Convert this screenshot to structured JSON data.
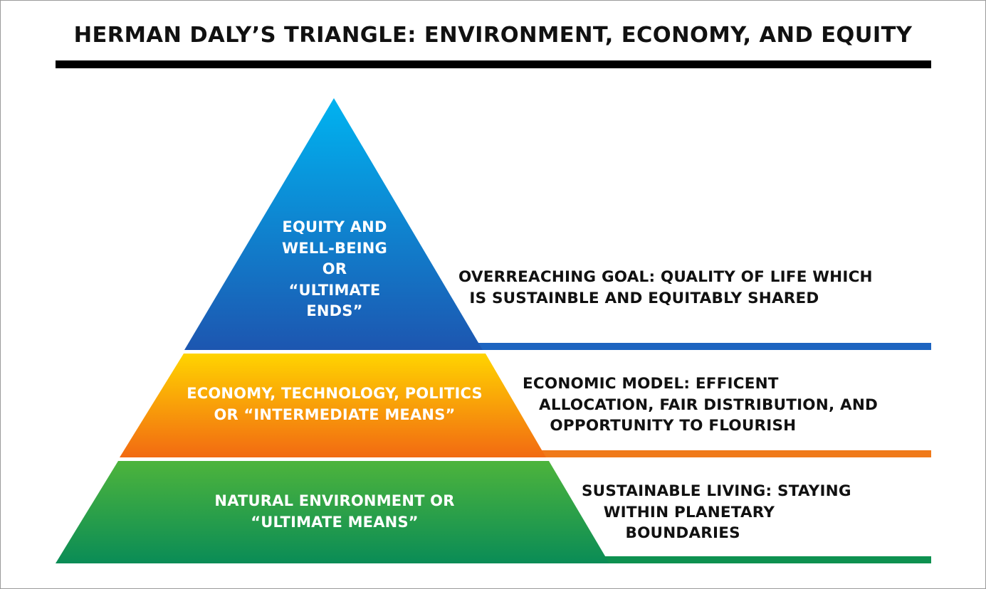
{
  "title": "HERMAN DALY’S TRIANGLE: ENVIRONMENT, ECONOMY, AND EQUITY",
  "tiers": [
    {
      "id": "top",
      "label": "EQUITY AND\nWELL-BEING\nOR\n“ULTIMATE\nENDS”",
      "description": "OVERREACHING GOAL: QUALITY OF LIFE WHICH\n  IS SUSTAINBLE AND EQUITABLY SHARED",
      "colors": {
        "top": "#00b3f0",
        "bottom": "#1d56b0",
        "line": "#1d64c0"
      }
    },
    {
      "id": "middle",
      "label": "ECONOMY, TECHNOLOGY, POLITICS\nOR  “INTERMEDIATE MEANS”",
      "description": "ECONOMIC MODEL: EFFICENT\n   ALLOCATION, FAIR DISTRIBUTION, AND\n     OPPORTUNITY TO FLOURISH",
      "colors": {
        "top": "#ffd400",
        "bottom": "#f26a12",
        "line": "#f07a1a"
      }
    },
    {
      "id": "bottom",
      "label": "NATURAL ENVIRONMENT OR\n“ULTIMATE MEANS”",
      "description": "SUSTAINABLE LIVING: STAYING\n    WITHIN PLANETARY\n        BOUNDARIES",
      "colors": {
        "top": "#4db43c",
        "bottom": "#0a8c56",
        "line": "#0e9150"
      }
    }
  ]
}
